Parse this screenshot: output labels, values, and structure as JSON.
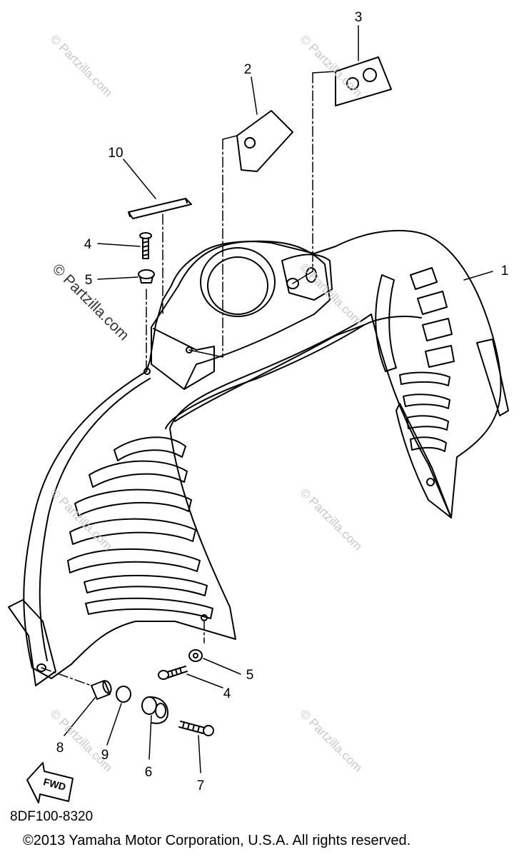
{
  "callouts": {
    "c1": "1",
    "c2": "2",
    "c3": "3",
    "c4a": "4",
    "c4b": "4",
    "c5a": "5",
    "c5b": "5",
    "c6": "6",
    "c7": "7",
    "c8": "8",
    "c9": "9",
    "c10": "10"
  },
  "fwd_label": "FWD",
  "watermark": "© Partzilla.com",
  "part_number": "8DF100-8320",
  "copyright": "©2013 Yamaha Motor Corporation, U.S.A. All rights reserved."
}
